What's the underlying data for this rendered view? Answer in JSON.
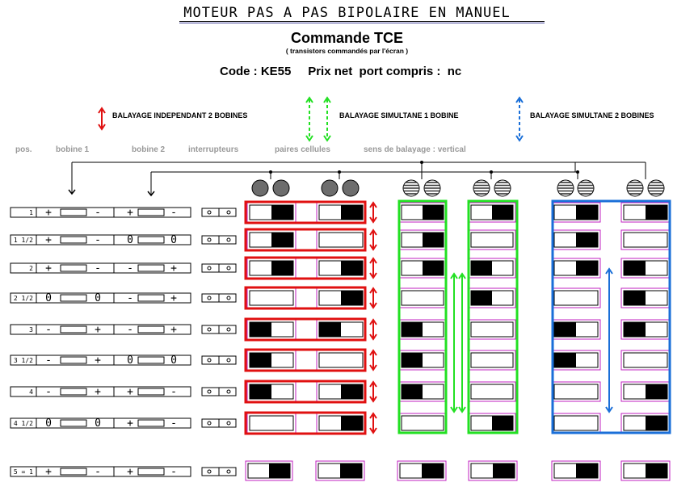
{
  "header": {
    "title": "MOTEUR PAS A PAS BIPOLAIRE EN MANUEL",
    "subtitle": "Commande  TCE",
    "subnote": "( transistors commandés par l'écran )",
    "code": "Code : KE55     Prix net  port compris :  nc"
  },
  "legend": {
    "red": "BALAYAGE INDEPENDANT 2 BOBINES",
    "green": "BALAYAGE SIMULTANE   1 BOBINE",
    "blue": "BALAYAGE SIMULTANE  2 BOBINES"
  },
  "columns": {
    "pos": "pos.",
    "bobine1": "bobine 1",
    "bobine2": "bobine 2",
    "switches": "interrupteurs",
    "cells": "paires cellules",
    "direction": "sens de balayage : vertical"
  },
  "colors": {
    "red": "#e01010",
    "green": "#22e022",
    "blue": "#1a6fd8",
    "magenta": "#c020c0"
  },
  "rows": [
    {
      "pos": "1",
      "b1": [
        "+",
        "-"
      ],
      "b2": [
        "+",
        "-"
      ]
    },
    {
      "pos": "1 1/2",
      "b1": [
        "+",
        "-"
      ],
      "b2": [
        "0",
        "0"
      ]
    },
    {
      "pos": "2",
      "b1": [
        "+",
        "-"
      ],
      "b2": [
        "-",
        "+"
      ]
    },
    {
      "pos": "2 1/2",
      "b1": [
        "0",
        "0"
      ],
      "b2": [
        "-",
        "+"
      ]
    },
    {
      "pos": "3",
      "b1": [
        "-",
        "+"
      ],
      "b2": [
        "-",
        "+"
      ]
    },
    {
      "pos": "3 1/2",
      "b1": [
        "-",
        "+"
      ],
      "b2": [
        "0",
        "0"
      ]
    },
    {
      "pos": "4",
      "b1": [
        "-",
        "+"
      ],
      "b2": [
        "+",
        "-"
      ]
    },
    {
      "pos": "4 1/2",
      "b1": [
        "0",
        "0"
      ],
      "b2": [
        "+",
        "-"
      ]
    },
    {
      "pos": "5 = 1",
      "b1": [
        "+",
        "-"
      ],
      "b2": [
        "+",
        "-"
      ]
    }
  ],
  "cells": {
    "red": [
      [
        "R",
        "R"
      ],
      [
        "R",
        "N"
      ],
      [
        "R",
        "R"
      ],
      [
        "N",
        "R"
      ],
      [
        "L",
        "L"
      ],
      [
        "L",
        "N"
      ],
      [
        "L",
        "R"
      ],
      [
        "N",
        "R"
      ]
    ],
    "green": [
      [
        "R",
        "R"
      ],
      [
        "R",
        "N"
      ],
      [
        "R",
        "L"
      ],
      [
        "N",
        "L"
      ],
      [
        "L",
        "N"
      ],
      [
        "L",
        "N"
      ],
      [
        "L",
        "N"
      ],
      [
        "N",
        "R"
      ]
    ],
    "blue": [
      [
        "R",
        "R"
      ],
      [
        "R",
        "N"
      ],
      [
        "R",
        "L"
      ],
      [
        "N",
        "L"
      ],
      [
        "L",
        "L"
      ],
      [
        "L",
        "N"
      ],
      [
        "N",
        "R"
      ],
      [
        "N",
        "R"
      ]
    ],
    "bottom": [
      "R",
      "R",
      "R",
      "R",
      "R",
      "R"
    ]
  }
}
